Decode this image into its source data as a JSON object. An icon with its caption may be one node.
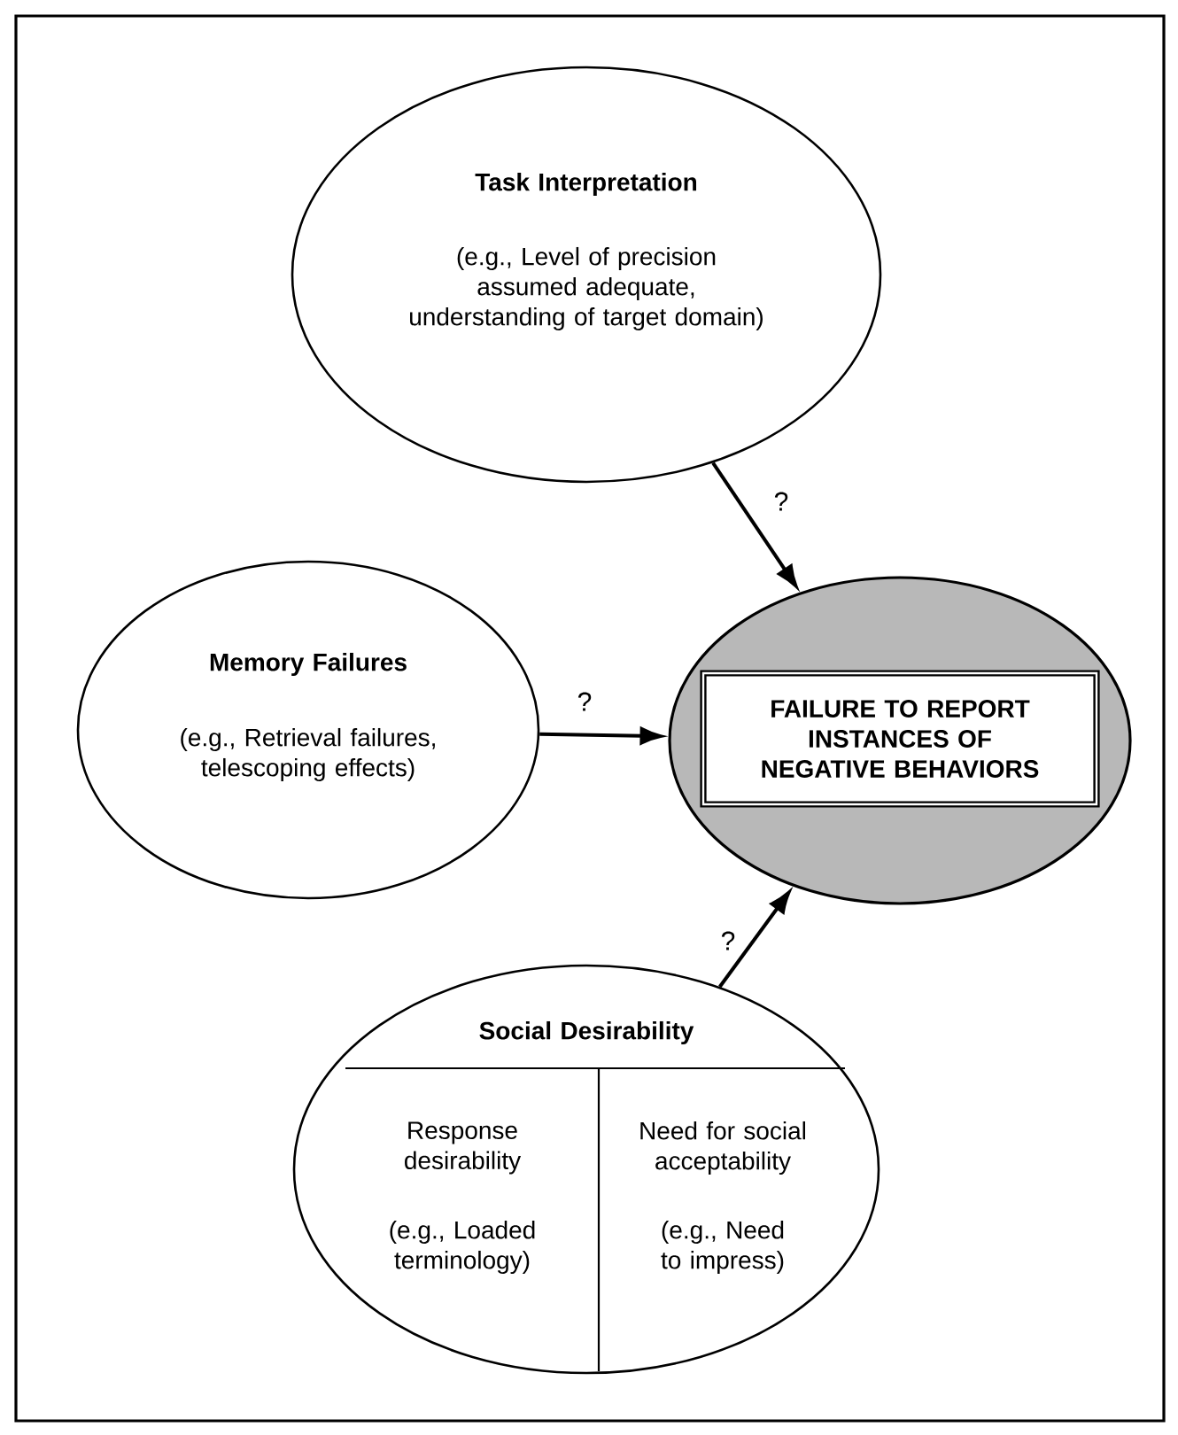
{
  "diagram": {
    "nodes": [
      {
        "text": [
          "Task Interpretation",
          "(e.g., Level of precision assumed adequate, understanding of target domain)"
        ]
      },
      {
        "text": [
          "Memory Failures",
          "(e.g., Retrieval failures, telescoping effects)"
        ]
      },
      {
        "text": [],
        "shape": "ellipse"
      },
      {
        "text": [
          "FAILURE TO REPORT INSTANCES OF NEGATIVE BEHAVIORS"
        ],
        "in": 2
      },
      {
        "text": [
          "Social Desirability"
        ]
      },
      {
        "text": [
          "Response desirability",
          "(e.g., Loaded terminology)"
        ],
        "in": 4
      },
      {
        "text": [
          "Need for social acceptability",
          "(e.g., Need to impress)"
        ],
        "in": 4
      }
    ],
    "edges": [
      {
        "from": 0,
        "to": 2,
        "arrow": "to",
        "label": "?"
      },
      {
        "from": 1,
        "to": 2,
        "arrow": "to",
        "label": "?"
      },
      {
        "from": 4,
        "to": 2,
        "arrow": "to",
        "label": "?"
      }
    ]
  }
}
